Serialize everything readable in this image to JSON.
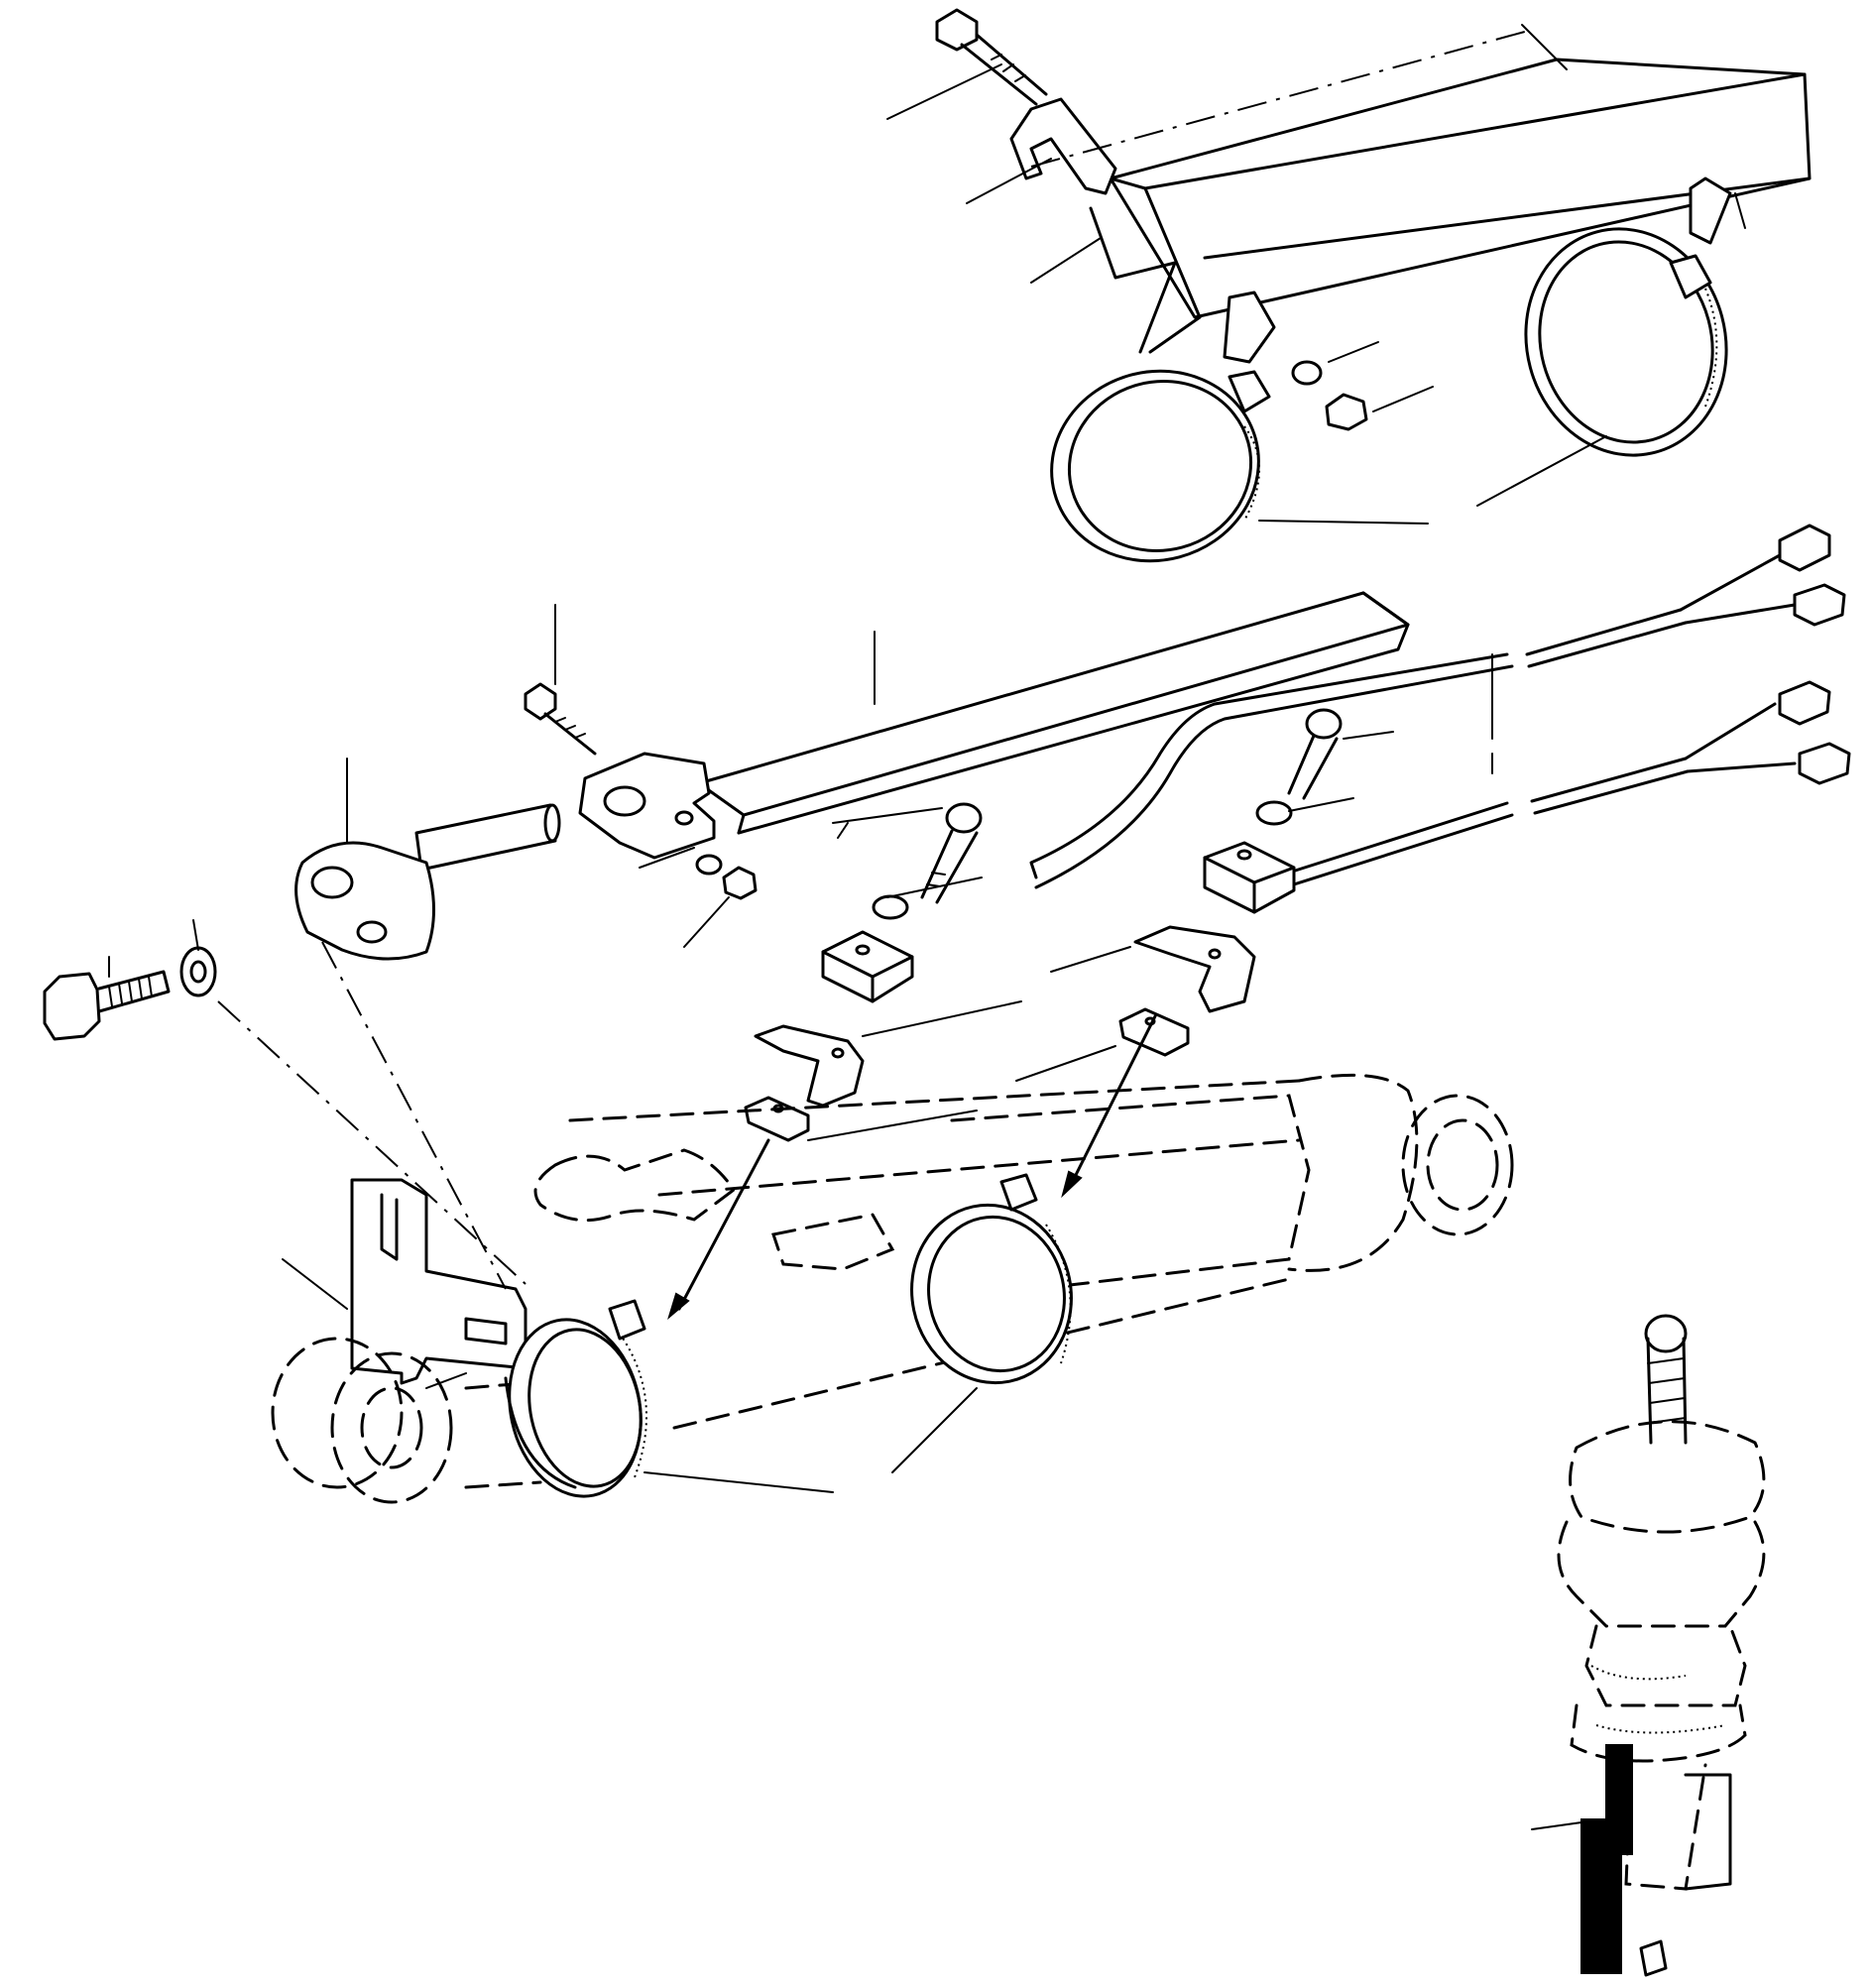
{
  "figure": {
    "kind": "exploded-parts-diagram",
    "line_color": "#000000",
    "background": "#ffffff"
  },
  "parts": [
    "upper-guard-cover",
    "guard-bracket",
    "guard-bolt",
    "guard-clamp-left",
    "guard-clamp-right",
    "guard-washer",
    "guard-nut",
    "sensor-bar",
    "sensor-cable-upper",
    "sensor-cable-lower",
    "connector-upper-1",
    "connector-upper-2",
    "connector-lower-1",
    "connector-lower-2",
    "pivot-pin",
    "bar-bolt",
    "bar-washer",
    "bar-nut",
    "sensor-block-left",
    "sensor-block-right",
    "mount-bracket-left",
    "mount-bracket-right",
    "clip-left",
    "clip-right",
    "cap-screw",
    "lock-washer",
    "hex-bolt",
    "flat-washer",
    "l-bracket",
    "cylinder-clamp-left",
    "cylinder-clamp-right",
    "hydraulic-cylinder",
    "cylinder-detail-view"
  ]
}
